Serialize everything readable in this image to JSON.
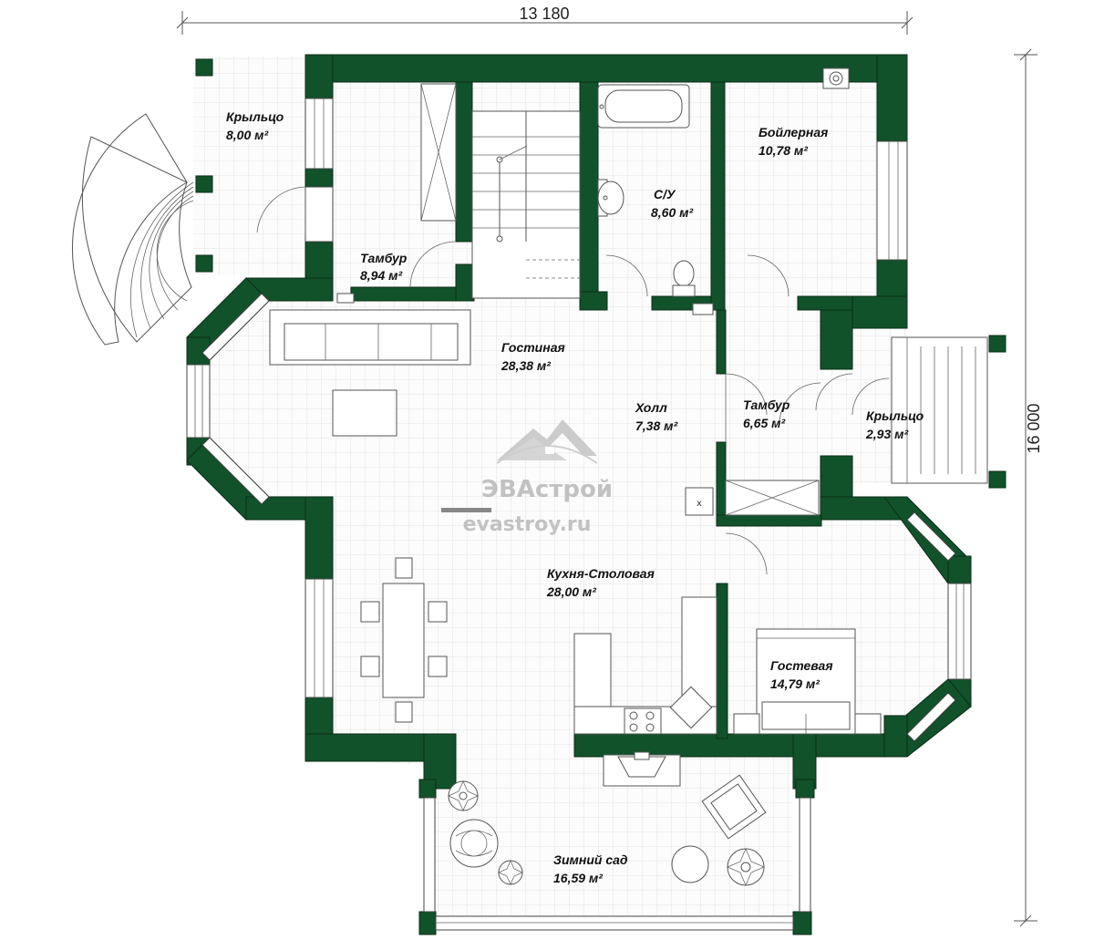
{
  "dimensions": {
    "width": "13 180",
    "height": "16 000"
  },
  "rooms": [
    {
      "id": "porch-left",
      "name": "Крыльцо",
      "area": "8,00 м²"
    },
    {
      "id": "tambur-left",
      "name": "Тамбур",
      "area": "8,94 м²"
    },
    {
      "id": "bathroom",
      "name": "С/У",
      "area": "8,60 м²"
    },
    {
      "id": "boiler",
      "name": "Бойлерная",
      "area": "10,78 м²"
    },
    {
      "id": "living",
      "name": "Гостиная",
      "area": "28,38 м²"
    },
    {
      "id": "hall",
      "name": "Холл",
      "area": "7,38 м²"
    },
    {
      "id": "tambur-right",
      "name": "Тамбур",
      "area": "6,65 м²"
    },
    {
      "id": "porch-right",
      "name": "Крыльцо",
      "area": "2,93 м²"
    },
    {
      "id": "kitchen",
      "name": "Кухня-Столовая",
      "area": "28,00 м²"
    },
    {
      "id": "guest",
      "name": "Гостевая",
      "area": "14,79 м²"
    },
    {
      "id": "winter-garden",
      "name": "Зимний сад",
      "area": "16,59 м²"
    }
  ],
  "logo": {
    "brand": "ЭВАстрой",
    "url": "evastroy.ru"
  },
  "colors": {
    "wall": "#11522a",
    "floor": "#fbfbfb",
    "grid": "#e6e6e6"
  },
  "icons": [
    "house-logo-icon",
    "stairs-icon",
    "bathtub-icon",
    "toilet-icon",
    "sink-icon",
    "boiler-icon",
    "sofa-icon",
    "table-icon",
    "bed-icon",
    "stove-icon",
    "plant-icon",
    "armchair-icon",
    "fireplace-icon",
    "ventilation-icon"
  ]
}
